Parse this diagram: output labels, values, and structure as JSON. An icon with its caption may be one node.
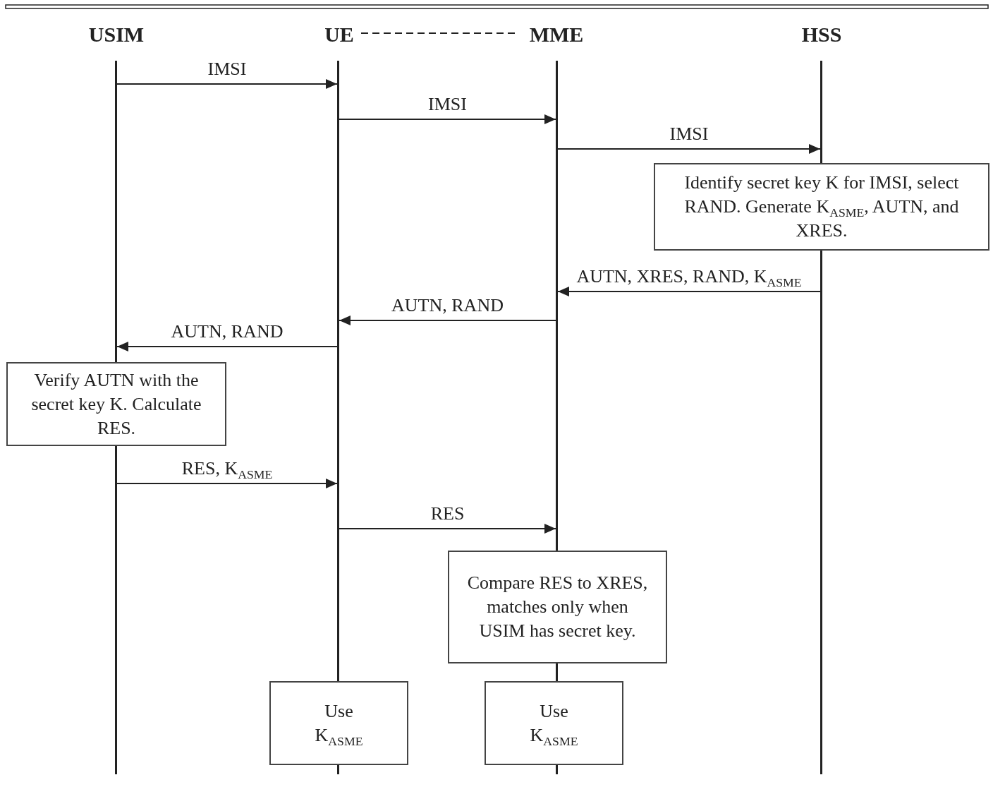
{
  "diagram": {
    "nodes": [
      {
        "text": [
          "USIM"
        ]
      },
      {
        "text": [
          "UE"
        ]
      },
      {
        "text": [
          "MME"
        ]
      },
      {
        "text": [
          "HSS"
        ]
      },
      {
        "text": [],
        "shape": "bar"
      },
      {
        "text": [],
        "shape": "bar"
      },
      {
        "text": [],
        "shape": "bar"
      },
      {
        "text": [],
        "shape": "bar"
      },
      {
        "text": [
          "Identify secret key K for IMSI, select RAND. Generate K$_{ASME}$, AUTN, and XRES."
        ]
      },
      {
        "text": [],
        "shape": "bar"
      },
      {
        "text": [
          "Verify AUTN with the secret key K. Calculate RES."
        ]
      },
      {
        "text": [],
        "shape": "bar"
      },
      {
        "text": [
          "Compare RES to XRES, matches only when USIM has secret key."
        ]
      },
      {
        "text": [
          "Use K$_{ASME}$"
        ]
      },
      {
        "text": [
          "Use K$_{ASME}$"
        ]
      }
    ],
    "edges": [
      {
        "from": 4,
        "to": 5,
        "arrow": "to",
        "label": "IMSI"
      },
      {
        "from": 5,
        "to": 6,
        "arrow": "to",
        "label": "IMSI"
      },
      {
        "from": 6,
        "to": 7,
        "arrow": "to",
        "label": "IMSI"
      },
      {
        "from": 9,
        "to": 6,
        "arrow": "to",
        "label": "AUTN, XRES, RAND, K$_{ASME}$"
      },
      {
        "from": 6,
        "to": 5,
        "arrow": "to",
        "label": "AUTN, RAND"
      },
      {
        "from": 5,
        "to": 4,
        "arrow": "to",
        "label": "AUTN, RAND"
      },
      {
        "from": 11,
        "to": 5,
        "arrow": "to",
        "label": "RES, K$_{ASME}$"
      },
      {
        "from": 5,
        "to": 6,
        "arrow": "to",
        "label": "RES"
      },
      {
        "from": 1,
        "to": 2,
        "arrow": "none",
        "style": "dashed"
      },
      {
        "from": 12,
        "to": 14,
        "arrow": "none"
      }
    ]
  }
}
